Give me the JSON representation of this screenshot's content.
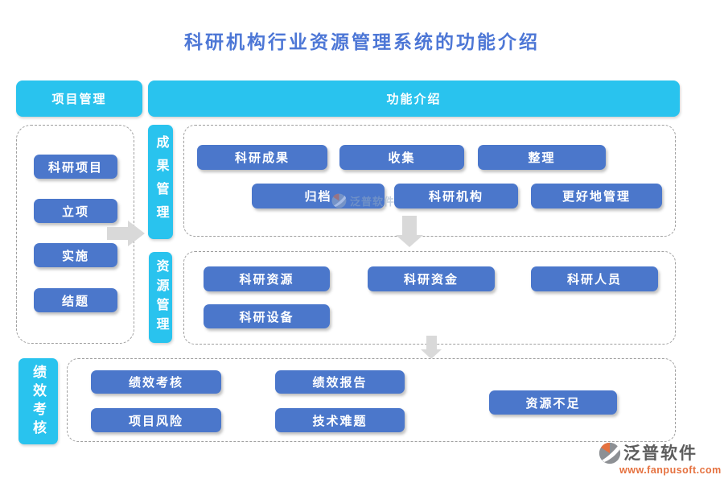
{
  "title": "科研机构行业资源管理系统的功能介绍",
  "colors": {
    "cyan": "#29c3ee",
    "button_blue": "#4b77cb",
    "title_blue": "#4d77d6",
    "arrow_gray": "#d9d9d9",
    "logo_orange": "#e5713f",
    "logo_gray": "#8d9094"
  },
  "headers": {
    "project": "项目管理",
    "intro": "功能介绍"
  },
  "project_panel": {
    "items": [
      "科研项目",
      "立项",
      "实施",
      "结题"
    ]
  },
  "sections": [
    {
      "label": "成果管理",
      "rows": [
        [
          "科研成果",
          "收集",
          "整理"
        ],
        [
          "归档",
          "科研机构",
          "更好地管理"
        ]
      ]
    },
    {
      "label": "资源管理",
      "rows": [
        [
          "科研资源",
          "科研资金",
          "科研人员"
        ],
        [
          "科研设备"
        ]
      ]
    },
    {
      "label": "绩效考核",
      "rows": [
        [
          "绩效考核",
          "绩效报告",
          "资源不足"
        ],
        [
          "项目风险",
          "技术难题"
        ]
      ]
    }
  ],
  "watermark": {
    "text": "泛普软件"
  },
  "footer_logo": {
    "text": "泛普软件",
    "url": "www.fanpusoft.com"
  }
}
